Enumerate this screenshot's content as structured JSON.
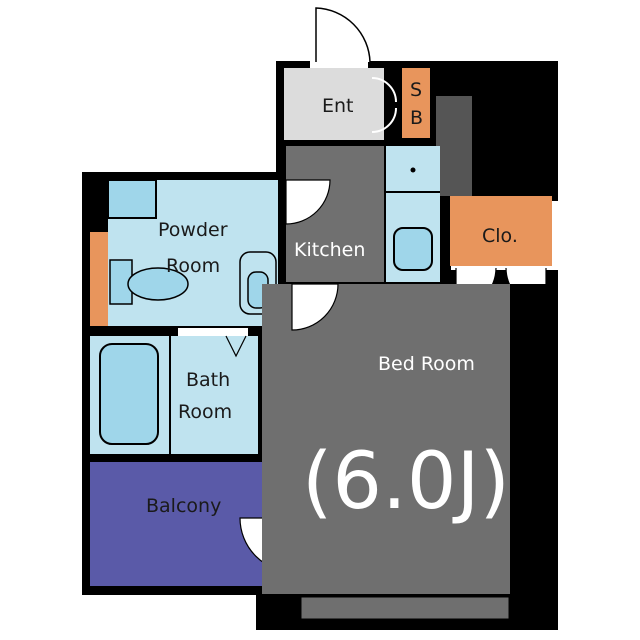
{
  "rooms": {
    "entrance": "Ent",
    "shoe_box_top": "S",
    "shoe_box_bottom": "B",
    "kitchen": "Kitchen",
    "powder_room_line1": "Powder",
    "powder_room_line2": "Room",
    "bath_room_line1": "Bath",
    "bath_room_line2": "Room",
    "closet": "Clo.",
    "bed_room": "Bed Room",
    "bed_room_size": "(6.0J)",
    "balcony": "Balcony"
  },
  "colors": {
    "wall": "#000000",
    "entrance": "#dcdcdc",
    "kitchen": "#707070",
    "fixture_blue": "#bfe3ef",
    "fixture_blue_dark": "#9fd6ea",
    "closet": "#e8955c",
    "bed_room": "#6f6f6f",
    "balcony": "#5a5aa8"
  }
}
